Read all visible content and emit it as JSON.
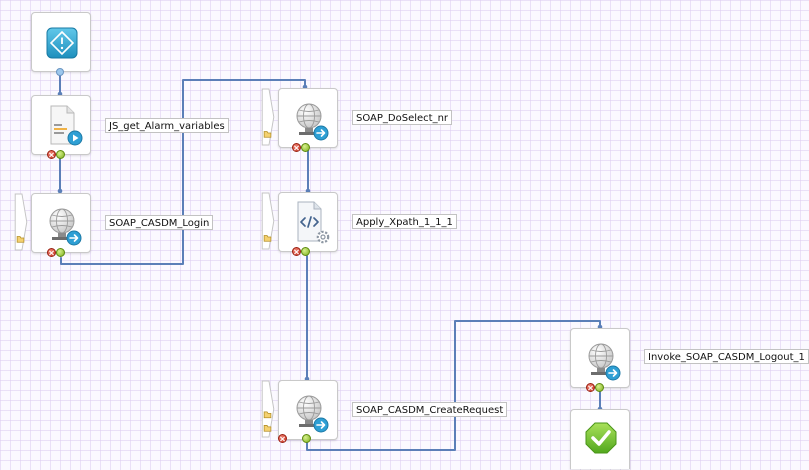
{
  "nodes": {
    "start": {
      "icon": "start-diamond-icon",
      "color": "#28a9d3"
    },
    "js_get_alarm": {
      "label": "JS_get_Alarm_variables",
      "icon": "script-document-icon"
    },
    "soap_casdm_login": {
      "label": "SOAP_CASDM_Login",
      "icon": "web-service-globe-icon"
    },
    "soap_doselect": {
      "label": "SOAP_DoSelect_nr",
      "icon": "web-service-globe-icon"
    },
    "apply_xpath": {
      "label": "Apply_Xpath_1_1_1",
      "icon": "xml-code-document-icon"
    },
    "soap_createrequest": {
      "label": "SOAP_CASDM_CreateRequest",
      "icon": "web-service-globe-icon"
    },
    "invoke_logout": {
      "label": "Invoke_SOAP_CASDM_Logout_1",
      "icon": "web-service-globe-icon"
    },
    "end": {
      "icon": "success-check-icon",
      "color": "#6cc12e"
    }
  },
  "colors": {
    "connector": "#5b7fb8",
    "canvas_grid": "#dccdf0"
  }
}
